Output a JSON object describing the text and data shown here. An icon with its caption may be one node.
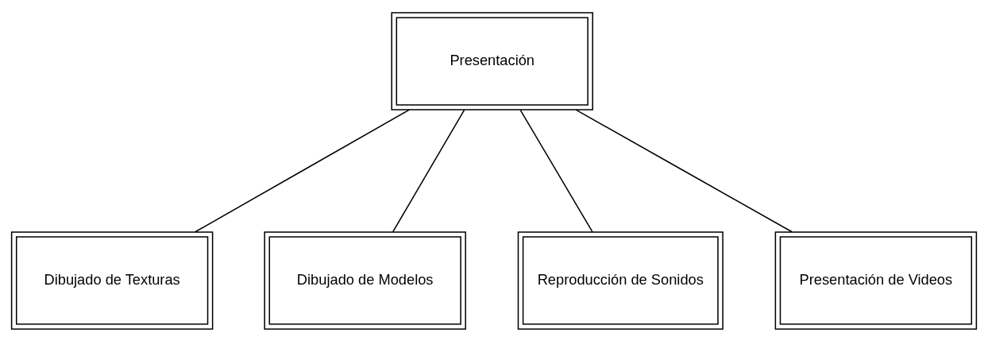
{
  "diagram": {
    "nodes": [
      {
        "text": [
          "Presentación"
        ]
      },
      {
        "text": [
          "Dibujado de Texturas"
        ]
      },
      {
        "text": [
          "Dibujado de Modelos"
        ]
      },
      {
        "text": [
          "Reproducción de Sonidos"
        ]
      },
      {
        "text": [
          "Presentación de Videos"
        ]
      }
    ],
    "edges": [
      {
        "from": 0,
        "to": 1,
        "arrow": "none"
      },
      {
        "from": 0,
        "to": 2,
        "arrow": "none"
      },
      {
        "from": 0,
        "to": 3,
        "arrow": "none"
      },
      {
        "from": 0,
        "to": 4,
        "arrow": "none"
      }
    ]
  }
}
